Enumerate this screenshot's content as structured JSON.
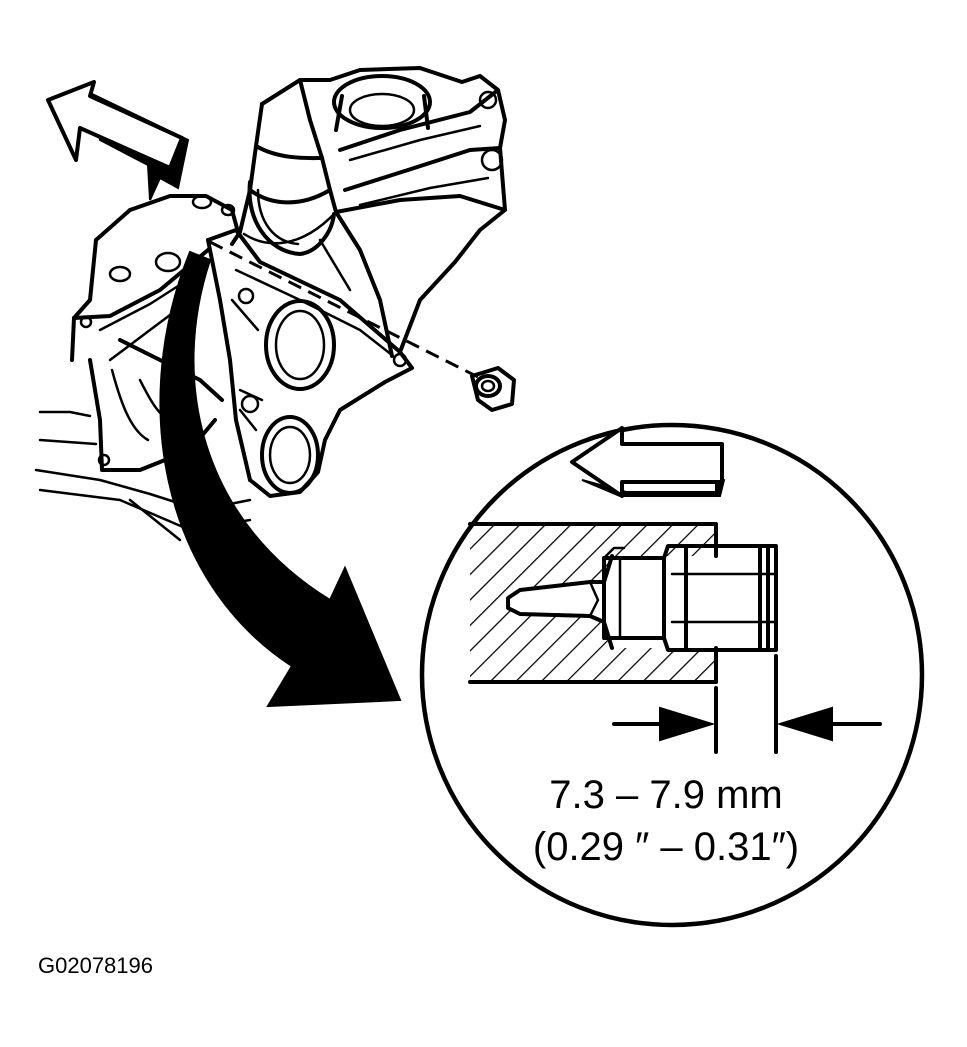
{
  "figure": {
    "dimension_metric": "7.3 – 7.9 mm",
    "dimension_imperial": "(0.29 ″ – 0.31″)",
    "figure_code": "G02078196"
  },
  "icons": {
    "direction_arrow_main": "hollow-arrow-left-icon",
    "callout_arrow": "curved-callout-arrow-icon",
    "direction_arrow_detail": "hollow-arrow-left-icon",
    "dimension_arrow_left": "arrow-right-icon",
    "dimension_arrow_right": "arrow-left-icon"
  },
  "colors": {
    "ink": "#000000",
    "paper": "#ffffff"
  }
}
